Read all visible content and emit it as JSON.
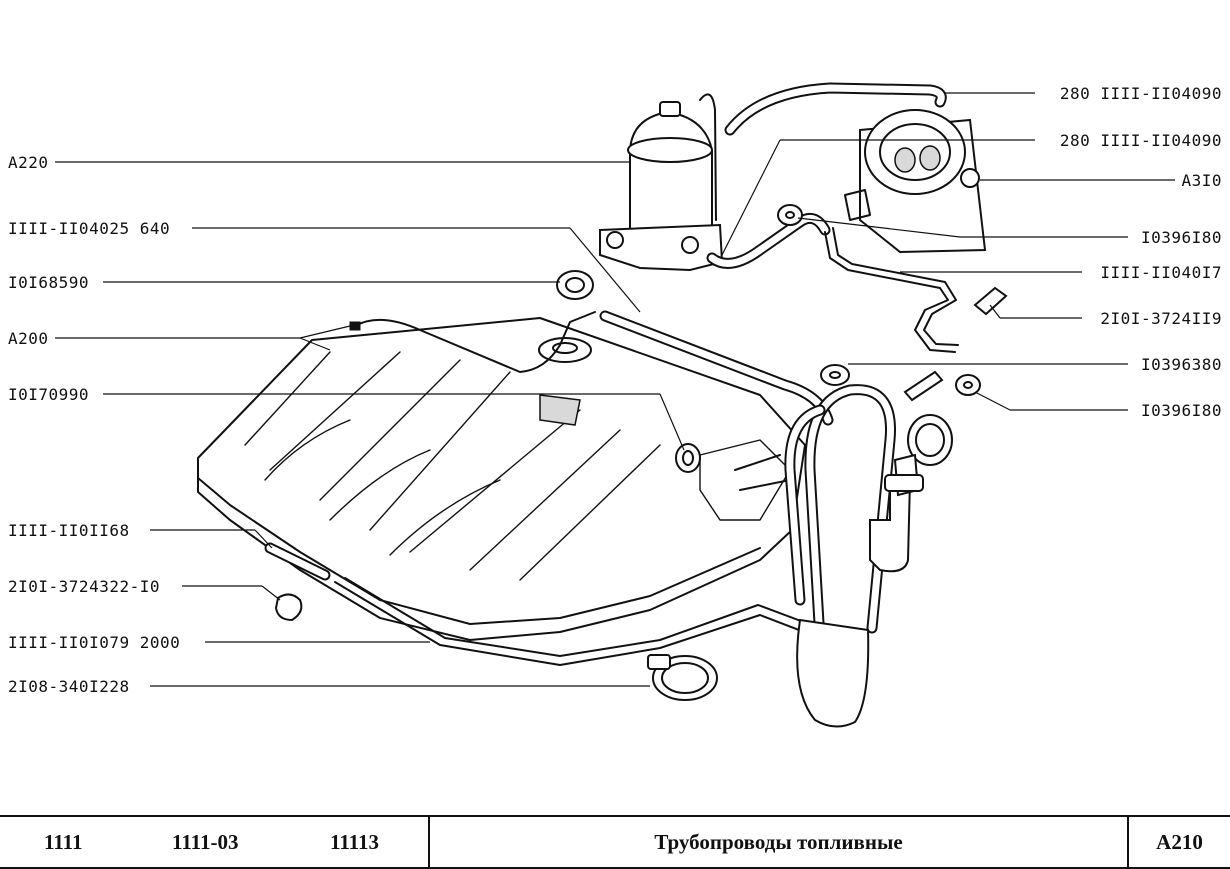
{
  "callouts": [
    {
      "text": "A220",
      "side": "left"
    },
    {
      "text": "IIII-II04025 640",
      "side": "left"
    },
    {
      "text": "I0I68590",
      "side": "left"
    },
    {
      "text": "A200",
      "side": "left"
    },
    {
      "text": "I0I70990",
      "side": "left"
    },
    {
      "text": "IIII-II0II68",
      "side": "left"
    },
    {
      "text": "2I0I-3724322-I0",
      "side": "left"
    },
    {
      "text": "IIII-II0I079 2000",
      "side": "left"
    },
    {
      "text": "2I08-340I228",
      "side": "left"
    },
    {
      "text": "280 IIII-II04090",
      "side": "right"
    },
    {
      "text": "280 IIII-II04090",
      "side": "right"
    },
    {
      "text": "A3I0",
      "side": "right"
    },
    {
      "text": "I0396I80",
      "side": "right"
    },
    {
      "text": "IIII-II040I7",
      "side": "right"
    },
    {
      "text": "2I0I-3724II9",
      "side": "right"
    },
    {
      "text": "I0396380",
      "side": "right"
    },
    {
      "text": "I0396I80",
      "side": "right"
    }
  ],
  "footer": {
    "models": [
      "1111",
      "1111-03",
      "11113"
    ],
    "title": "Трубопроводы топливные",
    "code": "A210"
  }
}
